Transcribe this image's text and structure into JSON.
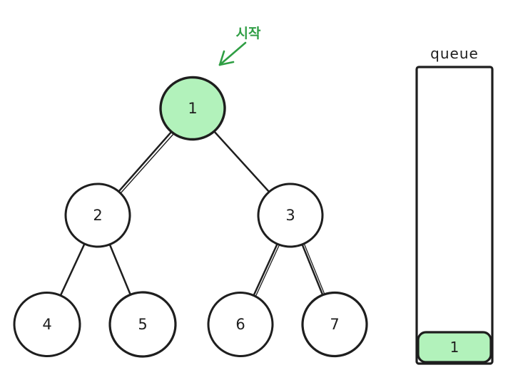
{
  "diagram": {
    "type": "binary-tree-bfs",
    "start_label": "시작",
    "queue_label": "queue",
    "colors": {
      "stroke": "#1e1e1e",
      "highlight_fill": "#b2f2bb",
      "accent_green": "#2f9e44",
      "background": "#ffffff"
    },
    "tree": {
      "nodes": [
        {
          "id": "1",
          "label": "1",
          "highlighted": true
        },
        {
          "id": "2",
          "label": "2",
          "highlighted": false
        },
        {
          "id": "3",
          "label": "3",
          "highlighted": false
        },
        {
          "id": "4",
          "label": "4",
          "highlighted": false
        },
        {
          "id": "5",
          "label": "5",
          "highlighted": false
        },
        {
          "id": "6",
          "label": "6",
          "highlighted": false
        },
        {
          "id": "7",
          "label": "7",
          "highlighted": false
        }
      ],
      "edges": [
        {
          "from": "1",
          "to": "2"
        },
        {
          "from": "1",
          "to": "3"
        },
        {
          "from": "2",
          "to": "4"
        },
        {
          "from": "2",
          "to": "5"
        },
        {
          "from": "3",
          "to": "6"
        },
        {
          "from": "3",
          "to": "7"
        }
      ]
    },
    "queue": {
      "items": [
        {
          "label": "1",
          "highlighted": true
        }
      ]
    }
  }
}
